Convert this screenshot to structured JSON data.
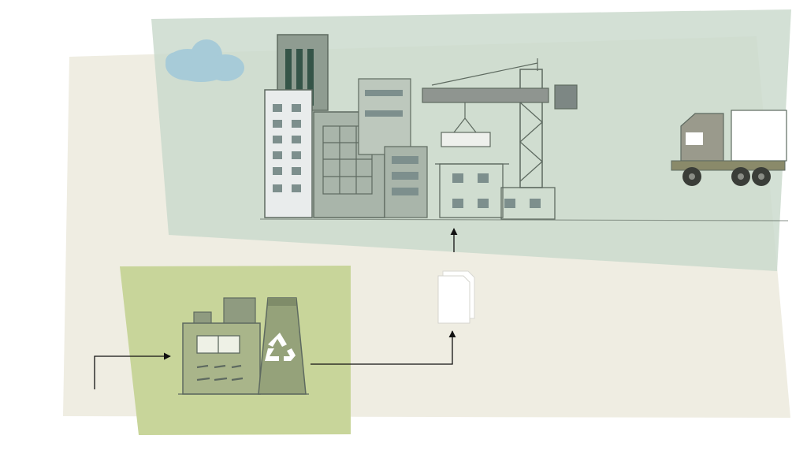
{
  "colors": {
    "page_bg": "#ffffff",
    "outer_panel": "#efede2",
    "city_panel": "#c9d9cc",
    "factory_panel": "#c8d59a",
    "cloud": "#a7cbd8",
    "sketch_line": "#5e6a60",
    "arrow": "#111111",
    "building_dark": "#8f9c91",
    "building_mid": "#a9b5aa",
    "building_light": "#e9ecec",
    "window": "#7d8f8d",
    "crane_beam": "#8f9590",
    "truck_cab": "#9a9a8c",
    "truck_trailer": "#ffffff",
    "wheel": "#3a3d38",
    "factory_body": "#a9b58a",
    "recycle_icon": "#ffffff"
  },
  "scene": {
    "regions": [
      "outer-panel",
      "city-panel",
      "factory-panel"
    ],
    "icons": [
      "cloud-icon",
      "building-icon",
      "crane-icon",
      "truck-icon",
      "recycling-factory-icon",
      "recycle-icon",
      "document-icon"
    ],
    "arrows": [
      "input-arrow",
      "factory-to-document-arrow",
      "document-to-city-arrow"
    ]
  }
}
